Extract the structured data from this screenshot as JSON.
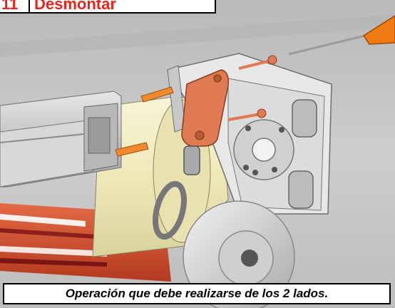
{
  "step": {
    "number": "11",
    "title": "Desmontar"
  },
  "caption": "Operación que debe realizarse de los 2 lados.",
  "colors": {
    "title_text": "#e8241b",
    "background": "#c9c9c9",
    "screw_orange": "#e07a52",
    "screwdriver_handle": "#f07b12",
    "motor_tube": "#f1edc3",
    "roller_red": "#d24a2a"
  },
  "icons": [
    "screwdriver-icon",
    "wall-plug-icon",
    "screw-icon",
    "mounting-bracket-icon",
    "ring-hook-icon",
    "motor-tube-icon",
    "roller-tube-icon",
    "pulley-wheel-icon"
  ]
}
